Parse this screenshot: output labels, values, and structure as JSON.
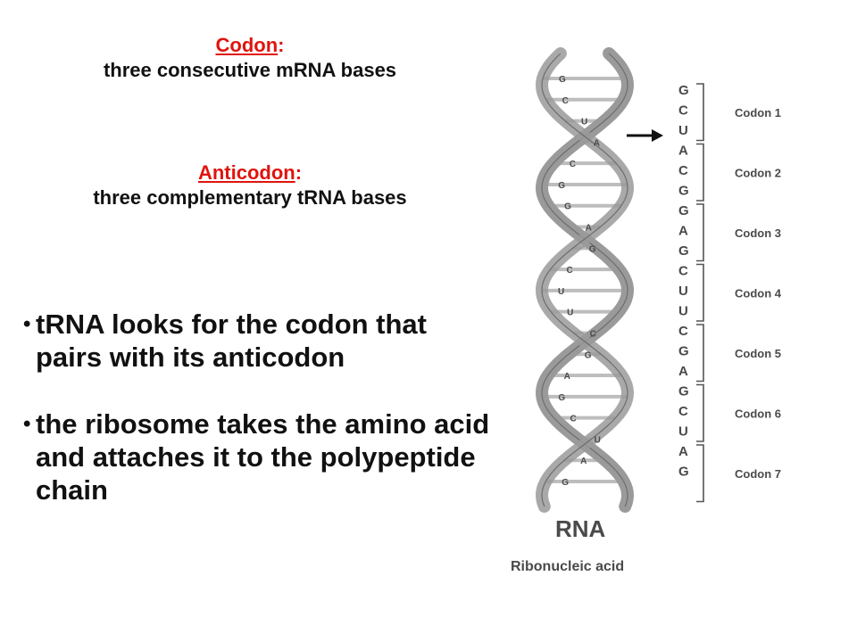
{
  "codon": {
    "term": "Codon",
    "colon": ":",
    "desc": "three consecutive mRNA bases"
  },
  "anticodon": {
    "term": "Anticodon",
    "colon": ":",
    "desc": "three complementary tRNA bases"
  },
  "bullets": [
    "tRNA looks for the codon that pairs with its anticodon",
    "the ribosome takes the amino acid and attaches it to the polypeptide chain"
  ],
  "diagram": {
    "title": "RNA",
    "subtitle": "Ribonucleic acid",
    "right_bases": [
      "G",
      "C",
      "U",
      "A",
      "C",
      "G",
      "G",
      "A",
      "G",
      "C",
      "U",
      "U",
      "C",
      "G",
      "A",
      "G",
      "C",
      "U",
      "A",
      "G"
    ],
    "helix_bases": [
      "G",
      "C",
      "U",
      "A",
      "C",
      "G",
      "G",
      "A",
      "G",
      "C",
      "U",
      "U",
      "C",
      "G",
      "A",
      "G",
      "C",
      "U",
      "A",
      "G"
    ],
    "codons": [
      "Codon 1",
      "Codon 2",
      "Codon 3",
      "Codon 4",
      "Codon 5",
      "Codon 6",
      "Codon 7"
    ],
    "colors": {
      "term": "#e0140f",
      "helix": "#9a9a9a",
      "label": "#4a4a4a"
    }
  }
}
